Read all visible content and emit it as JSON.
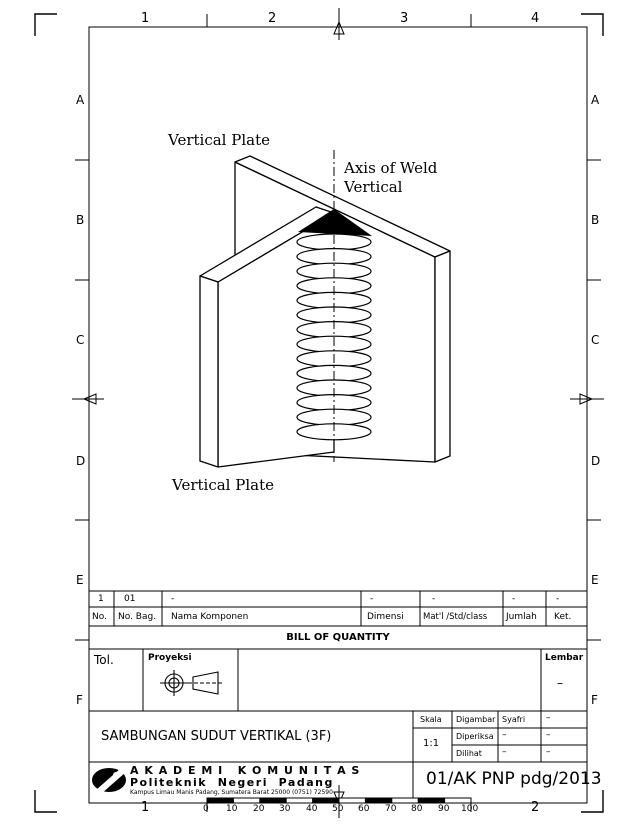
{
  "border": {
    "top_numbers": [
      "1",
      "2",
      "3",
      "4"
    ],
    "bottom_numbers": [
      "1",
      "2"
    ],
    "left_letters": [
      "A",
      "B",
      "C",
      "D",
      "E",
      "F"
    ],
    "right_letters": [
      "A",
      "B",
      "C",
      "D",
      "E",
      "F"
    ]
  },
  "drawing": {
    "label_top_plate": "Vertical Plate",
    "label_axis_line1": "Axis of Weld",
    "label_axis_line2": "Vertical",
    "label_bottom_plate": "Vertical Plate"
  },
  "bom": {
    "row_values": [
      "1",
      "01",
      "-",
      "-",
      "-",
      "-",
      "-"
    ],
    "headers": [
      "No.",
      "No. Bag.",
      "Nama Komponen",
      "Dimensi",
      "Mat'l /Std/class",
      "Jumlah",
      "Ket."
    ],
    "title": "BILL OF QUANTITY"
  },
  "titleblock": {
    "tol_label": "Tol.",
    "proyeksi_label": "Proyeksi",
    "lembar_label": "Lembar",
    "lembar_value": "–",
    "drawing_title": "SAMBUNGAN SUDUT VERTIKAL (3F)",
    "skala_label": "Skala",
    "skala_value": "1:1",
    "digambar_label": "Digambar",
    "digambar_value": "Syafri",
    "digambar_extra": "–",
    "diperiksa_label": "Diperiksa",
    "diperiksa_value": "–",
    "diperiksa_extra": "–",
    "dilihat_label": "Dilihat",
    "dilihat_value": "–",
    "dilihat_extra": "–",
    "institution_line1": "A K A D E M I   K O M U N I T A S",
    "institution_line2": "Politeknik  Negeri  Padang",
    "institution_address": "Kampus Limau Manis  Padang, Sumatera Barat 25000 (0751) 72590",
    "drawing_number": "01/AK PNP pdg/2013"
  },
  "scale_ruler": {
    "labels": [
      "0",
      "10",
      "20",
      "30",
      "40",
      "50",
      "60",
      "70",
      "80",
      "90",
      "100"
    ]
  }
}
